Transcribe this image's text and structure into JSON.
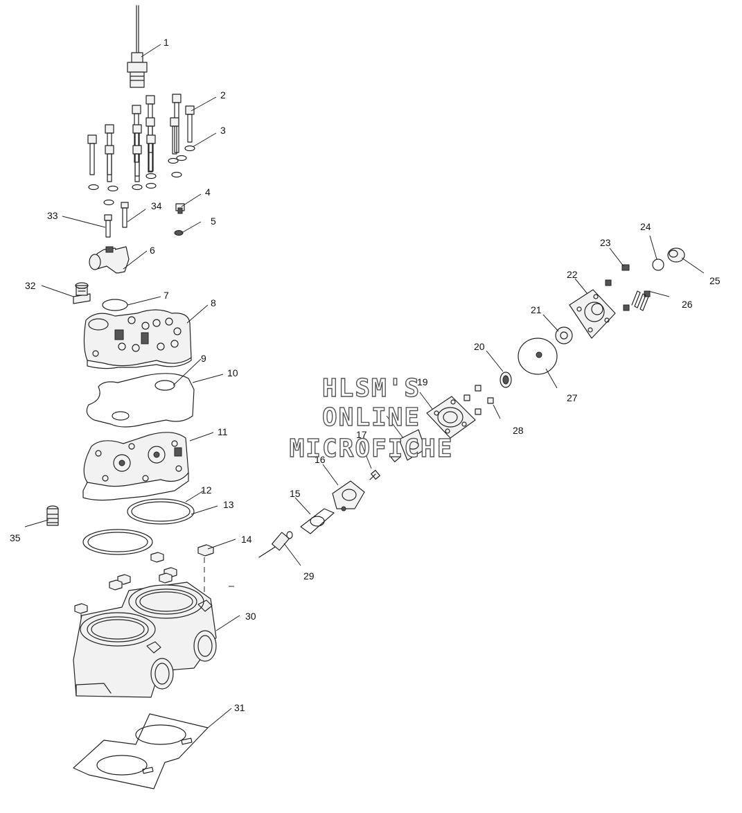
{
  "watermark": {
    "lines": [
      "HLSM'S",
      "ONLINE",
      "MICROFICHE"
    ]
  },
  "callouts": [
    "1",
    "2",
    "3",
    "4",
    "5",
    "6",
    "7",
    "8",
    "9",
    "10",
    "11",
    "12",
    "13",
    "14",
    "15",
    "16",
    "17",
    "19",
    "20",
    "21",
    "22",
    "23",
    "24",
    "25",
    "26",
    "27",
    "28",
    "29",
    "30",
    "31",
    "32",
    "33",
    "34",
    "35"
  ],
  "colors": {
    "line": "#222222",
    "background": "#ffffff"
  }
}
